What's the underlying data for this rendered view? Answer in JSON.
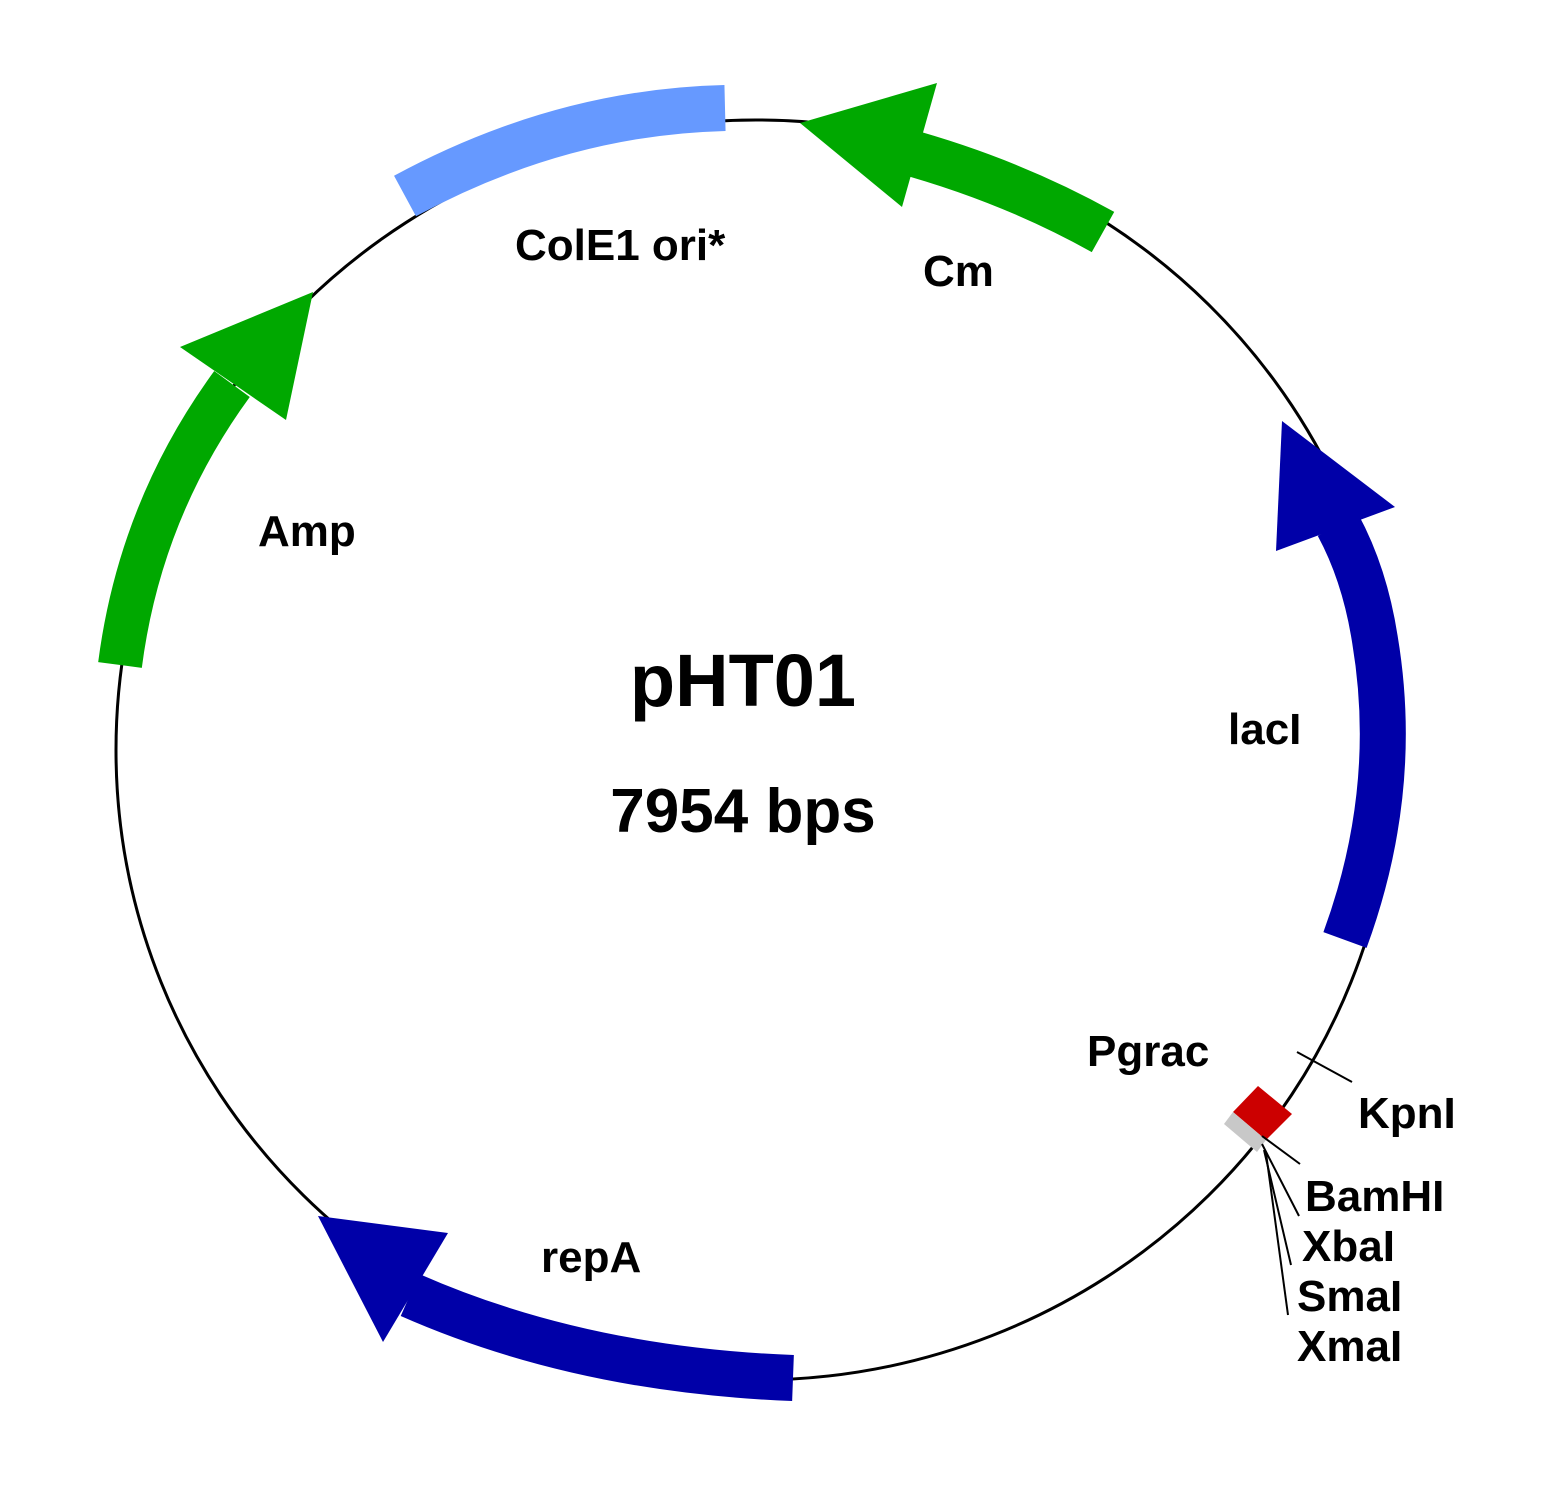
{
  "plasmid": {
    "name": "pHT01",
    "size_label": "7954 bps"
  },
  "features": [
    {
      "id": "amp",
      "label": "Amp",
      "color": "#00a800",
      "type": "arrow"
    },
    {
      "id": "cole1",
      "label": "ColE1 ori*",
      "color": "#6699ff",
      "type": "block"
    },
    {
      "id": "cm",
      "label": "Cm",
      "color": "#00a800",
      "type": "arrow"
    },
    {
      "id": "laci",
      "label": "lacI",
      "color": "#0000a8",
      "type": "arrow"
    },
    {
      "id": "pgrac",
      "label": "Pgrac",
      "color": "#cc0000",
      "type": "block"
    },
    {
      "id": "repa",
      "label": "repA",
      "color": "#0000a8",
      "type": "arrow"
    }
  ],
  "restriction_sites": [
    {
      "id": "kpni",
      "label": "KpnI"
    },
    {
      "id": "bamhi",
      "label": "BamHI"
    },
    {
      "id": "xbai",
      "label": "XbaI"
    },
    {
      "id": "smai",
      "label": "SmaI"
    },
    {
      "id": "xmai",
      "label": "XmaI"
    }
  ],
  "colors": {
    "backbone": "#000000",
    "gray_segment": "#c8c8c8"
  }
}
